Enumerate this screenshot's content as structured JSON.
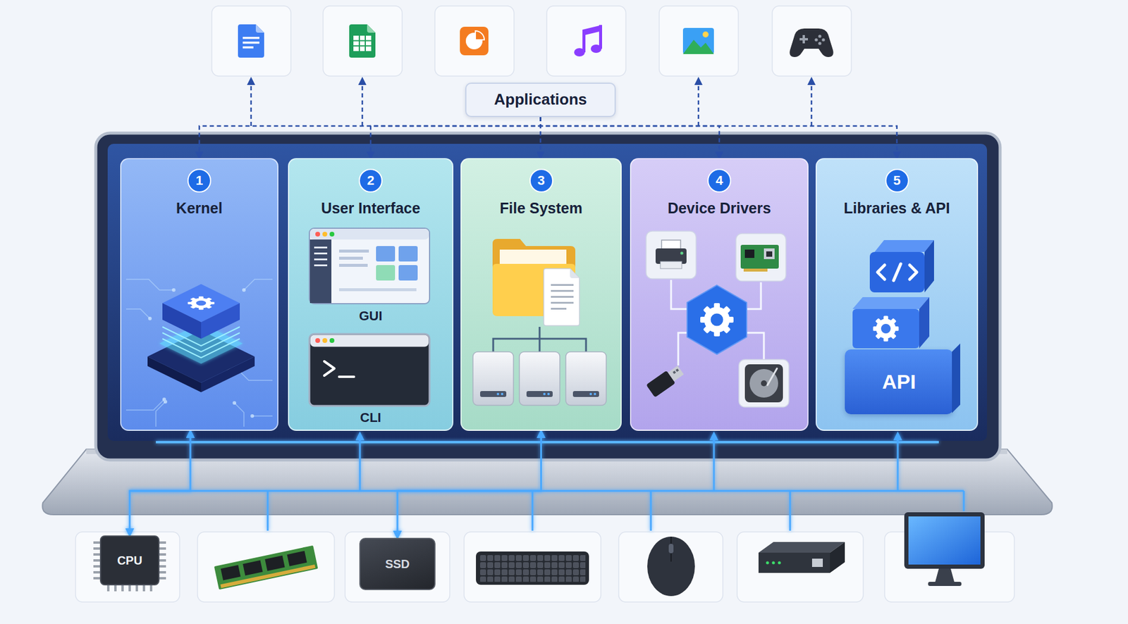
{
  "diagram": {
    "nodes": [
      {
        "text": [
          "Applications"
        ]
      },
      {
        "text": [
          "1",
          "Kernel"
        ]
      },
      {
        "text": [
          "2",
          "User Interface"
        ]
      },
      {
        "text": [
          "GUI"
        ],
        "in": 2
      },
      {
        "text": [
          "CLI"
        ],
        "in": 2
      },
      {
        "text": [
          "3",
          "File System"
        ]
      },
      {
        "text": [
          "4",
          "Device Drivers"
        ]
      },
      {
        "text": [
          "5",
          "Libraries & API"
        ]
      },
      {
        "text": [
          "API"
        ],
        "in": 7
      },
      {
        "text": [
          "CPU"
        ]
      },
      {
        "text": [
          "SSD"
        ]
      }
    ],
    "edges": [
      {
        "from": 0,
        "to": 1,
        "arrow": "to"
      },
      {
        "from": 0,
        "to": 2,
        "arrow": "to"
      },
      {
        "from": 0,
        "to": 5,
        "arrow": "to"
      },
      {
        "from": 0,
        "to": 6,
        "arrow": "to"
      },
      {
        "from": 0,
        "to": 7,
        "arrow": "to"
      },
      {
        "from": 1,
        "to": 9,
        "arrow": "both"
      },
      {
        "from": 5,
        "to": 10,
        "arrow": "both"
      }
    ]
  }
}
